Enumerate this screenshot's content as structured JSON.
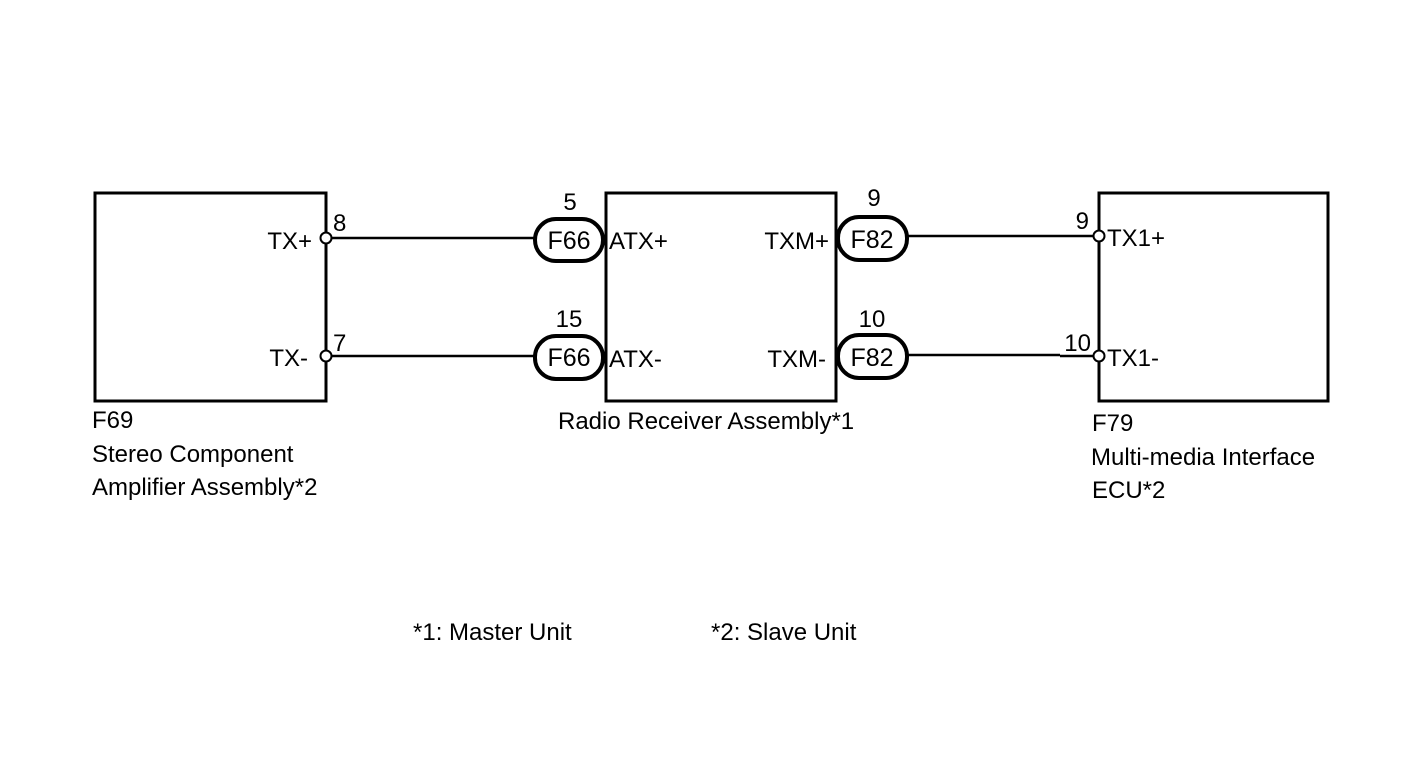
{
  "components": {
    "amplifier": {
      "code": "F69",
      "name_line1": "Stereo Component",
      "name_line2": "Amplifier Assembly*2",
      "pins": {
        "tx_plus": {
          "label": "TX+",
          "number": "8"
        },
        "tx_minus": {
          "label": "TX-",
          "number": "7"
        }
      }
    },
    "radio": {
      "name": "Radio Receiver Assembly*1",
      "pins": {
        "atx_plus": {
          "label": "ATX+",
          "number": "5",
          "connector": "F66"
        },
        "atx_minus": {
          "label": "ATX-",
          "number": "15",
          "connector": "F66"
        },
        "txm_plus": {
          "label": "TXM+",
          "number": "9",
          "connector": "F82"
        },
        "txm_minus": {
          "label": "TXM-",
          "number": "10",
          "connector": "F82"
        }
      }
    },
    "interface_ecu": {
      "code": "F79",
      "name_line1": "Multi-media Interface",
      "name_line2": "ECU*2",
      "pins": {
        "tx1_plus": {
          "label": "TX1+",
          "number": "9"
        },
        "tx1_minus": {
          "label": "TX1-",
          "number": "10"
        }
      }
    }
  },
  "notes": {
    "note1": "*1: Master Unit",
    "note2": "*2: Slave Unit"
  }
}
